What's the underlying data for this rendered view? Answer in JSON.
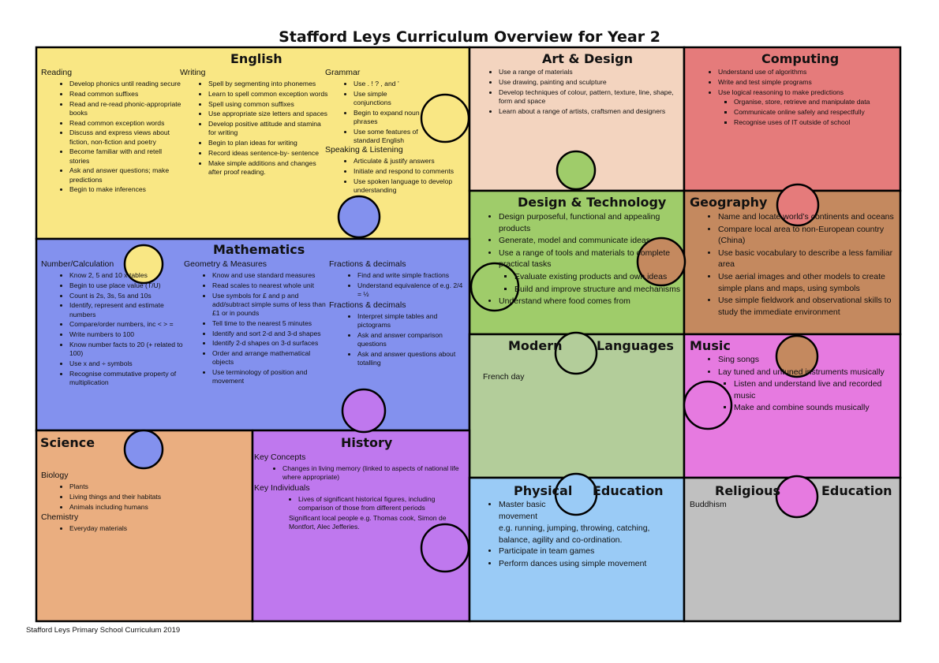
{
  "title": "Stafford Leys Curriculum Overview for Year 2",
  "footer": "Stafford Leys Primary School Curriculum 2019",
  "colors": {
    "english": "#f9e784",
    "art": "#f3d4bf",
    "computing": "#e57b7b",
    "dt": "#9fcc6a",
    "geography": "#c4895f",
    "maths": "#8391ee",
    "mfl": "#b3cd9a",
    "music": "#e67ae0",
    "science": "#eaae80",
    "history": "#bf78ee",
    "pe": "#9acbf6",
    "re": "#c0c0c0"
  },
  "english": {
    "title": "English",
    "reading": {
      "heading": "Reading",
      "items": [
        "Develop phonics until reading secure",
        "Read common suffixes",
        "Read and re-read phonic-appropriate books",
        "Read common exception words",
        "Discuss and express views about fiction, non-fiction and poetry",
        "Become familiar with and retell stories",
        "Ask and answer questions; make predictions",
        "Begin to make inferences"
      ]
    },
    "writing": {
      "heading": "Writing",
      "items": [
        "Spell by segmenting into phonemes",
        "Learn to spell common exception words",
        "Spell using common suffixes",
        "Use appropriate size letters and spaces",
        "Develop positive attitude and stamina for writing",
        "Begin to plan ideas for writing",
        "Record ideas sentence-by- sentence",
        "Make simple additions and changes after proof reading."
      ]
    },
    "grammar": {
      "heading": "Grammar",
      "items": [
        "Use .  !  ?  ,  and  ’",
        "Use simple conjunctions",
        "Begin to expand noun phrases",
        "Use some features of standard English"
      ]
    },
    "speaking": {
      "heading": "Speaking & Listening",
      "items": [
        "Articulate & justify answers",
        "Initiate and respond to comments",
        "Use spoken language to develop understanding"
      ]
    }
  },
  "art": {
    "title": "Art & Design",
    "items": [
      "Use a range of materials",
      "Use drawing, painting and sculpture",
      "Develop techniques of colour, pattern, texture, line, shape, form and space",
      "Learn about a range of artists, craftsmen and designers"
    ]
  },
  "computing": {
    "title": "Computing",
    "items": [
      "Understand use of algorithms",
      "Write and test simple programs",
      "Use logical reasoning to make predictions"
    ],
    "subitems": [
      "Organise, store, retrieve and manipulate data",
      "Communicate online safely and respectfully",
      "Recognise uses of IT outside of school"
    ]
  },
  "dt": {
    "title": "Design & Technology",
    "items": [
      "Design purposeful, functional and appealing products",
      "Generate, model and communicate ideas",
      "Use a range of tools and materials to complete practical tasks"
    ],
    "subitems": [
      "Evaluate existing products and own ideas",
      "Build and improve structure and mechanisms"
    ],
    "last": "Understand where food comes from"
  },
  "geography": {
    "title": "Geography",
    "items": [
      "Name and locate world’s continents and oceans",
      "Compare local area to non-European country (China)",
      "Use basic vocabulary to describe a less familiar area",
      "Use aerial images and other models to create simple plans and maps, using symbols",
      "Use simple fieldwork and observational skills to study the immediate environment"
    ]
  },
  "maths": {
    "title": "Mathematics",
    "number": {
      "heading": "Number/Calculation",
      "items": [
        "Know 2, 5 and 10 x tables",
        "Begin to use place value (T/U)",
        "Count is 2s, 3s, 5s and 10s",
        "Identify, represent and estimate numbers",
        "Compare/order numbers, inc < > =",
        "Write numbers to 100",
        "Know number facts to 20 (+ related to 100)",
        "Use x and ÷ symbols",
        "Recognise commutative property of multiplication"
      ]
    },
    "geometry": {
      "heading": "Geometry & Measures",
      "items": [
        "Know and use standard measures",
        "Read scales to nearest whole unit",
        "Use symbols for £ and p and add/subtract simple sums of less than £1 or in pounds",
        "Tell time to the nearest 5 minutes",
        "Identify and sort 2-d and 3-d shapes",
        "Identify 2-d shapes on 3-d surfaces",
        "Order and arrange mathematical objects",
        "Use terminology of position and movement"
      ]
    },
    "fractions": {
      "heading": "Fractions & decimals",
      "items": [
        "Find and write simple fractions",
        "Understand equivalence of e.g. 2/4 = ½"
      ]
    },
    "fractions2": {
      "heading": "Fractions & decimals",
      "items": [
        "Interpret simple tables and pictograms",
        "Ask and answer comparison questions",
        "Ask and answer questions about totalling"
      ]
    }
  },
  "mfl": {
    "title_left": "Modern",
    "title_right": "Languages",
    "text": "French day"
  },
  "music": {
    "title": "Music",
    "items": [
      "Sing songs",
      "Lay tuned and untuned instruments musically"
    ],
    "subitems": [
      "Listen and understand live and recorded music",
      "Make and combine sounds musically"
    ]
  },
  "science": {
    "title": "Science",
    "biology": {
      "heading": "Biology",
      "items": [
        "Plants",
        "Living things and their habitats",
        "Animals including humans"
      ]
    },
    "chemistry": {
      "heading": "Chemistry",
      "items": [
        "Everyday materials"
      ]
    }
  },
  "history": {
    "title": "History",
    "concepts": {
      "heading": "Key Concepts",
      "items": [
        "Changes in living memory (linked to aspects of national life where appropriate)"
      ]
    },
    "individuals": {
      "heading": "Key Individuals",
      "items": [
        "Lives of significant historical figures, including comparison of those from different periods"
      ],
      "note": "Significant local people e.g. Thomas cook, Simon de Montfort, Alec Jefferies."
    }
  },
  "pe": {
    "title_left": "Physical",
    "title_right": "Education",
    "items": [
      "Master basic movement",
      "Participate in team games",
      "Perform dances using simple movement"
    ],
    "example": "e.g. running, jumping, throwing, catching, balance, agility and co-ordination."
  },
  "re": {
    "title_left": "Religious",
    "title_right": "Education",
    "text": "Buddhism"
  }
}
